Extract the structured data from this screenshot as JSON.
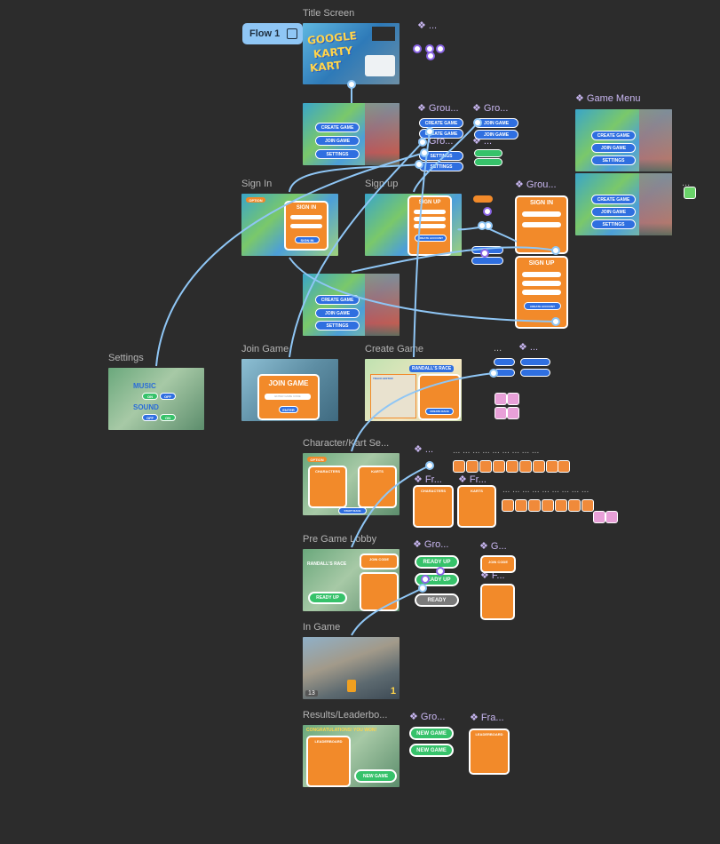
{
  "flow": {
    "label": "Flow 1"
  },
  "frames": {
    "title_screen": "Title Screen",
    "sign_in": "Sign In",
    "sign_up": "Sign up",
    "settings": "Settings",
    "join_game": "Join Game",
    "create_game": "Create Game",
    "character_kart": "Character/Kart Se...",
    "pre_game_lobby": "Pre Game Lobby",
    "in_game": "In Game",
    "results": "Results/Leaderbo..."
  },
  "components": {
    "game_menu": "❖ Game Menu",
    "grou1": "❖ Grou...",
    "gro1": "❖ Gro...",
    "gro2": "❖ Gro...",
    "dots1": "❖ ...",
    "dots_small": "❖ ...",
    "grou_signin": "❖ Grou...",
    "fr1": "❖ Fr...",
    "fr2": "❖ Fr...",
    "gro_lobby": "❖ Gro...",
    "g_lobby": "❖ G...",
    "f_lobby": "❖ F...",
    "gro_results": "❖ Gro...",
    "fra_results": "❖ Fra...",
    "dots_plain": "...",
    "dots_plain2": "... ...",
    "dots_row": "...  ...  ...  ...  ...  ...  ...  ...  ..."
  },
  "title_art": {
    "line1": "GOOGLE",
    "line2": "KARTY",
    "line3": "KART"
  },
  "menu": {
    "create": "CREATE GAME",
    "join": "JOIN GAME",
    "settings": "SETTINGS"
  },
  "sign_in": {
    "title": "SIGN IN",
    "button": "SIGN IN",
    "option": "OPTION"
  },
  "sign_up": {
    "title": "SIGN UP",
    "button": "CREATE ACCOUNT"
  },
  "join_game": {
    "title": "JOIN GAME",
    "placeholder": "ENTER GAME CODE",
    "enter": "ENTER"
  },
  "create_game": {
    "race": "RANDALL'S RACE",
    "track": "TRACK EDITOR",
    "create": "CREATE RACE"
  },
  "settings_screen": {
    "music": "MUSIC",
    "sound": "SOUND",
    "on": "ON",
    "off": "OFF"
  },
  "char": {
    "characters": "CHARACTERS",
    "karts": "KARTS",
    "start": "START RACE"
  },
  "lobby": {
    "race": "RANDALL'S RACE",
    "code": "JOIN CODE",
    "ready": "READY UP",
    "ready_plain": "READY"
  },
  "in_game": {
    "place": "1",
    "time": "13"
  },
  "results": {
    "congrats": "CONGRATULATIONS! YOU WON!",
    "leaderboard": "LEADERBOARD",
    "new_game": "NEW GAME"
  }
}
